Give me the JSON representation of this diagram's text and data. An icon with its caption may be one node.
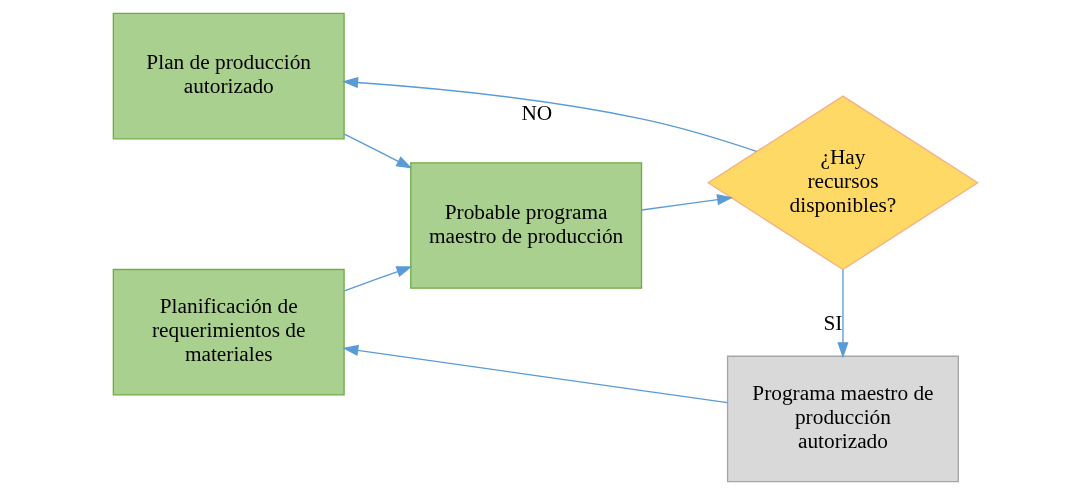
{
  "diagram": {
    "nodes": [
      {
        "text": [
          "Plan de producción autorizado"
        ]
      },
      {
        "text": [
          "Probable programa maestro de producción"
        ]
      },
      {
        "text": [
          "¿Hay recursos disponibles?"
        ]
      },
      {
        "text": [
          "Programa maestro de producción autorizado"
        ]
      },
      {
        "text": [
          "Planificación de requerimientos de materiales"
        ]
      }
    ],
    "edges": [
      {
        "from": 0,
        "to": 1,
        "arrow": "to"
      },
      {
        "from": 1,
        "to": 2,
        "arrow": "to"
      },
      {
        "from": 2,
        "to": 0,
        "arrow": "to",
        "label": "NO"
      },
      {
        "from": 2,
        "to": 3,
        "arrow": "to",
        "label": "SI"
      },
      {
        "from": 3,
        "to": 4,
        "arrow": "to"
      },
      {
        "from": 4,
        "to": 1,
        "arrow": "to"
      }
    ]
  }
}
